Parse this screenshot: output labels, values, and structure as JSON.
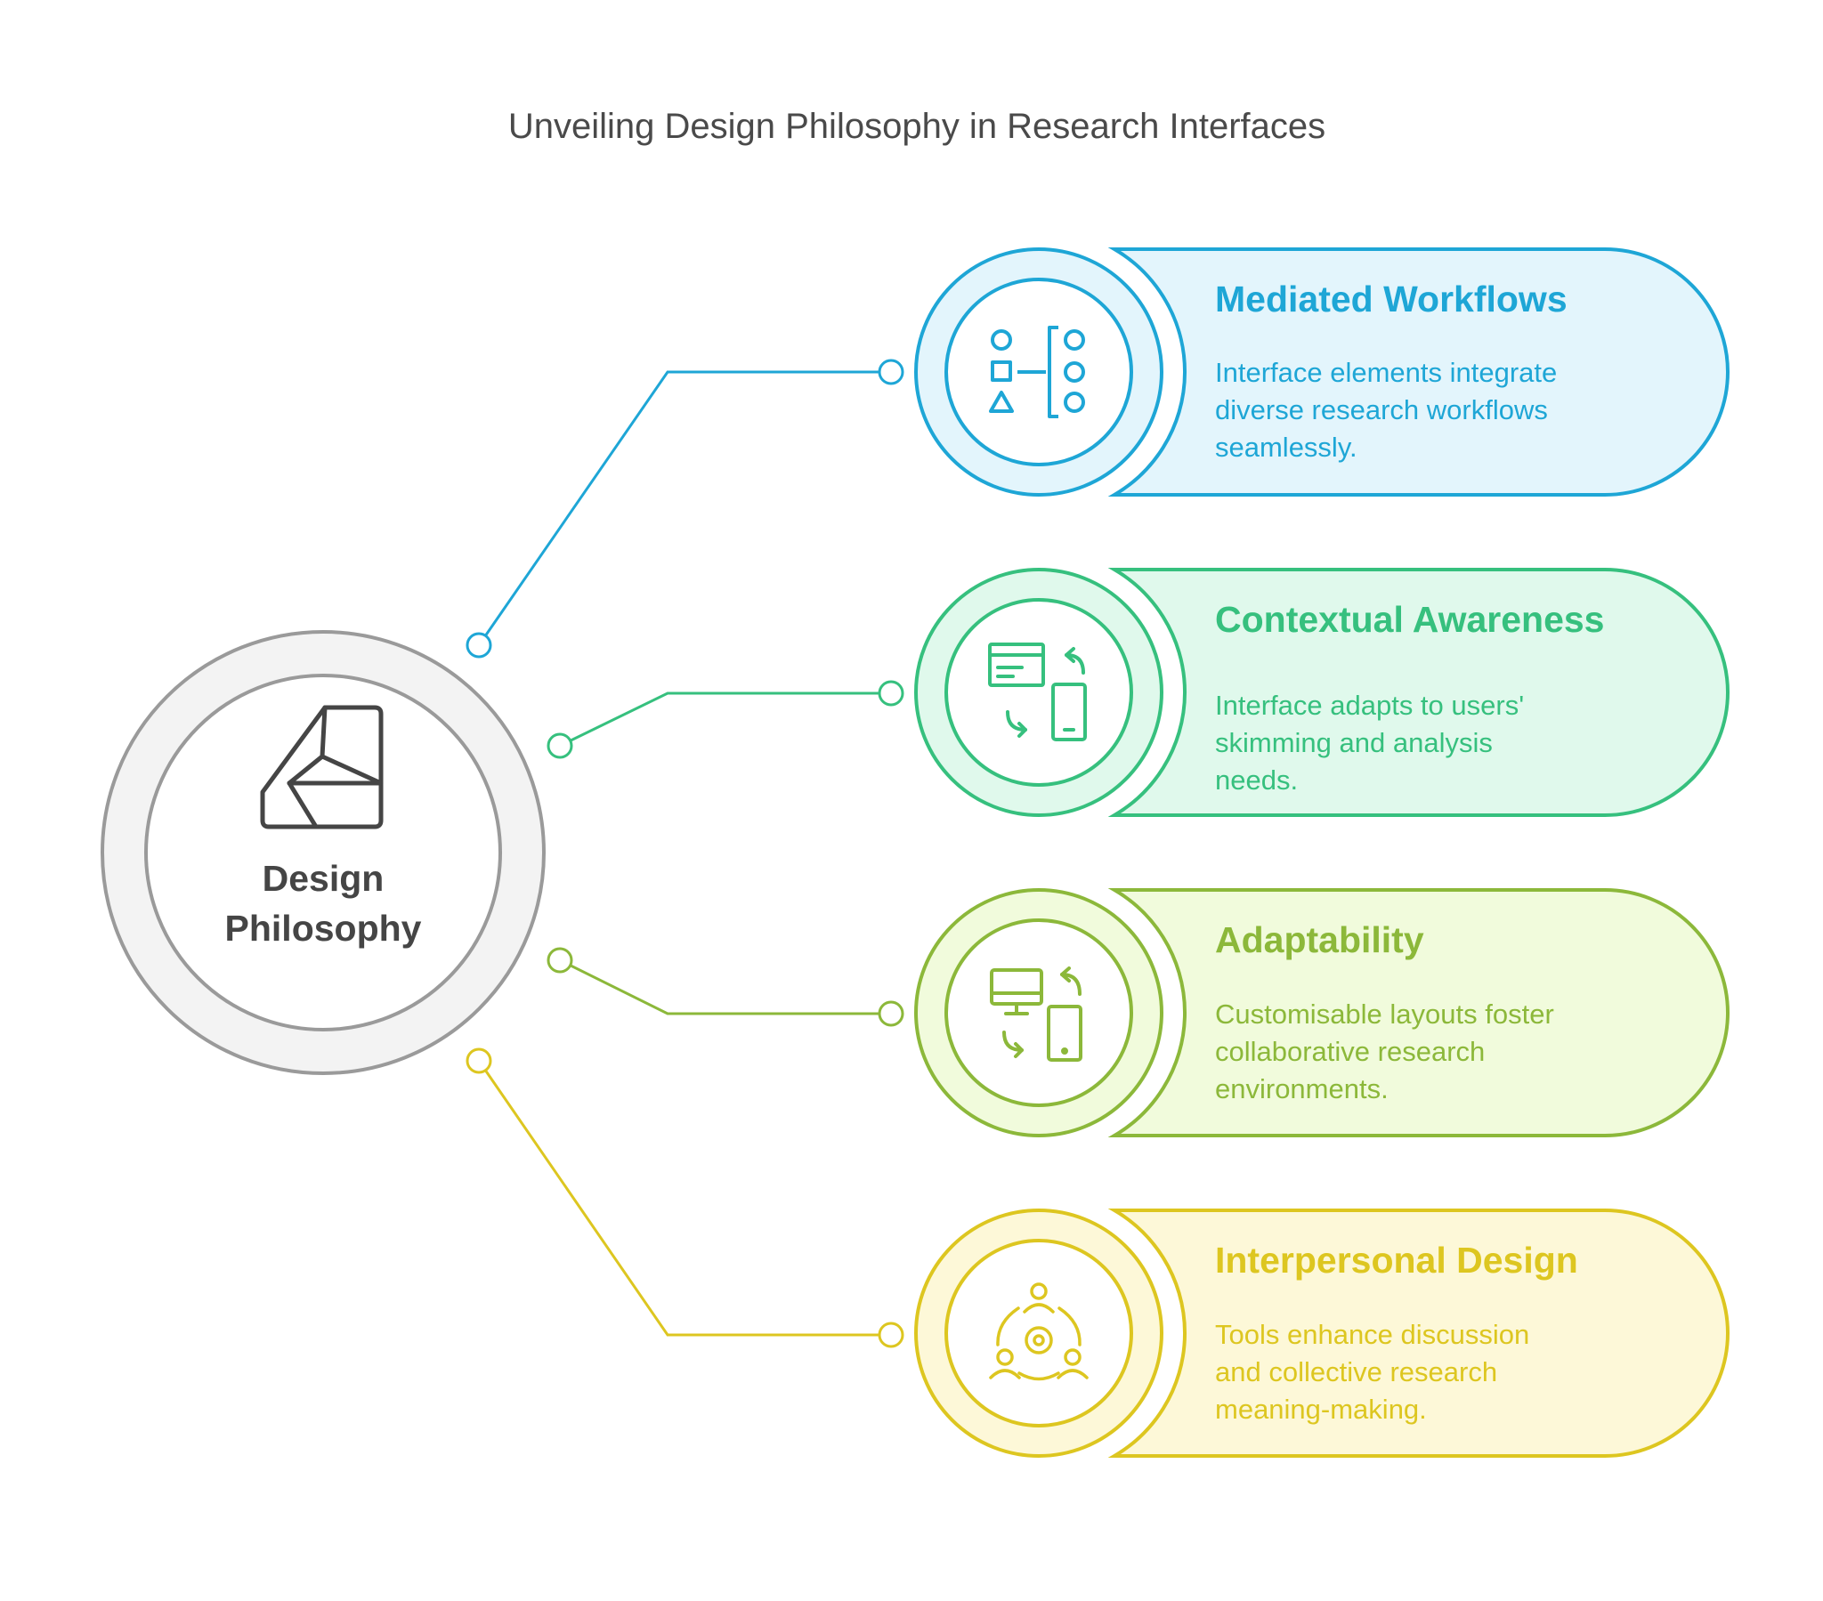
{
  "title": "Unveiling Design Philosophy in Research Interfaces",
  "center": {
    "label_line1": "Design",
    "label_line2": "Philosophy",
    "icon": "design-philosophy-icon",
    "color": "#9a9a9a"
  },
  "items": [
    {
      "heading": "Mediated Workflows",
      "desc_line1": "Interface elements integrate",
      "desc_line2": "diverse research workflows",
      "desc_line3": "seamlessly.",
      "icon": "workflow-shapes-icon",
      "color": "#1ea6d6",
      "fill": "#e3f5fc"
    },
    {
      "heading": "Contextual Awareness",
      "desc_line1": "Interface adapts to users'",
      "desc_line2": "skimming and analysis",
      "desc_line3": "needs.",
      "icon": "window-to-mobile-icon",
      "color": "#36c07e",
      "fill": "#e0f9ec"
    },
    {
      "heading": "Adaptability",
      "desc_line1": "Customisable layouts foster",
      "desc_line2": "collaborative research",
      "desc_line3": "environments.",
      "icon": "desktop-mobile-sync-icon",
      "color": "#8cb83a",
      "fill": "#f1fbdc"
    },
    {
      "heading": "Interpersonal Design",
      "desc_line1": "Tools enhance discussion",
      "desc_line2": "and collective research",
      "desc_line3": "meaning-making.",
      "icon": "team-collaboration-icon",
      "color": "#ddc620",
      "fill": "#fdf8d8"
    }
  ]
}
